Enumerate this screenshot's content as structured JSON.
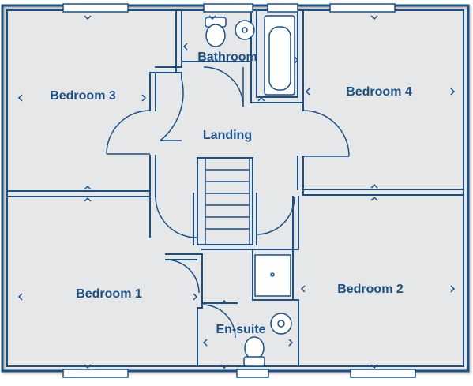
{
  "colors": {
    "wall": "#1d4f82",
    "floor": "#e6e7e9",
    "label": "#1d4f82",
    "background": "#ffffff"
  },
  "rooms": {
    "bedroom_3": "Bedroom 3",
    "bathroom": "Bathroom",
    "bedroom_4": "Bedroom 4",
    "landing": "Landing",
    "bedroom_1": "Bedroom 1",
    "bedroom_2": "Bedroom 2",
    "en_suite": "En-suite"
  },
  "icons": {
    "dimension_marker": "chevron-icon",
    "window": "window-icon",
    "door": "door-swing-icon",
    "toilet": "toilet-icon",
    "basin": "basin-icon",
    "bath": "bathtub-icon",
    "shower": "shower-tray-icon",
    "stairs": "staircase-icon"
  }
}
